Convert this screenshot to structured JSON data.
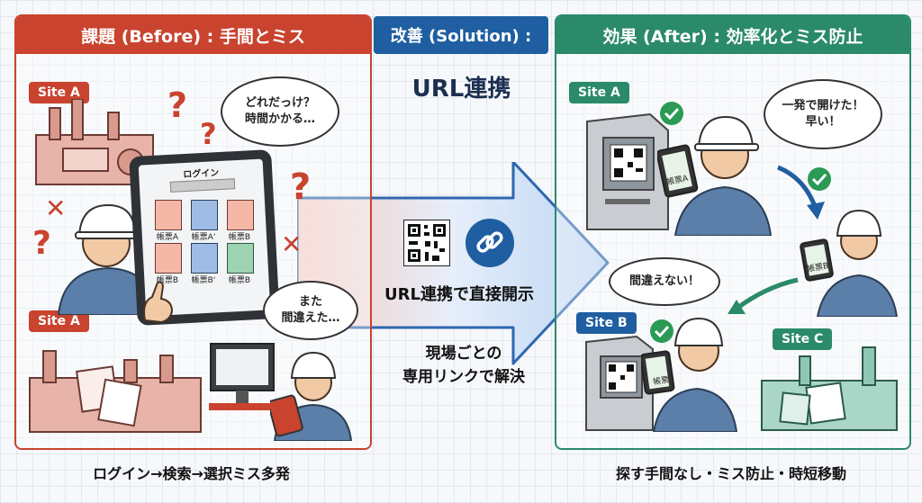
{
  "panels": {
    "before": {
      "header": "課題 (Before) : 手間とミス",
      "site_top": "Site A",
      "site_bottom": "Site A",
      "bubble_top": "どれだっけ？\n時間かかる…",
      "bubble_bottom": "また\n間違えた…",
      "tablet_title": "ログイン",
      "docs": [
        "帳票A",
        "帳票A'",
        "帳票B",
        "帳票B",
        "帳票B'",
        "帳票B"
      ],
      "caption": "ログイン→検索→選択ミス多発",
      "warn_color": "#c9432f"
    },
    "solution": {
      "header": "改善 (Solution) :",
      "title": "URL連携",
      "arrow_label": "URL連携で直接開示",
      "subtext": "現場ごとの\n専用リンクで解決",
      "qr_icon": "qr-code-icon",
      "link_icon": "chain-link-icon",
      "accent_color": "#1f5ea0"
    },
    "after": {
      "header": "効果 (After) : 効率化とミス防止",
      "site_a": "Site A",
      "site_b": "Site B",
      "site_c": "Site C",
      "bubble_top": "一発で開けた！\n早い！",
      "bubble_mid": "間違えない！",
      "tablet_a_label": "帳票A",
      "tablet_mid_label": "帳票B",
      "tablet_b_label": "帳票",
      "caption": "探す手間なし・ミス防止・時短移動",
      "ok_color": "#2a8a6a"
    }
  }
}
